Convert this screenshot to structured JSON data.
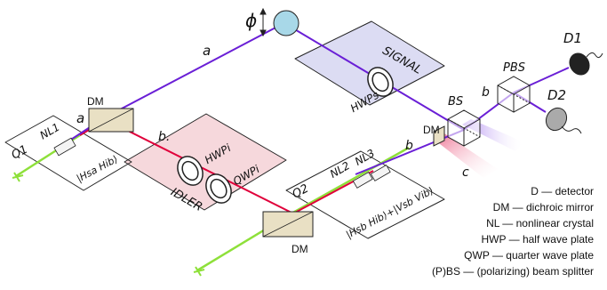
{
  "labels": {
    "phase": "ϕ",
    "path_a_upper": "a",
    "path_a_lower": "a",
    "path_b_left": "b.",
    "path_b_right1": "b",
    "path_b_right2": "b",
    "path_c": "c",
    "dm_top": "DM",
    "dm_right": "DM",
    "dm_bottom": "DM",
    "q1": "Q1",
    "nl1": "NL1",
    "q1_state": "|Hsa Hib⟩",
    "q2": "Q2",
    "nl2": "NL2",
    "nl3": "NL3",
    "q2_state": "|Hsb Hib⟩+|Vsb Vib⟩",
    "idler_box": "IDLER",
    "hwp_i": "HWPi",
    "qwp_i": "QWPi",
    "signal_box": "SIGNAL",
    "hwp_s": "HWPs",
    "bs": "BS",
    "pbs": "PBS",
    "d1": "D1",
    "d2": "D2"
  },
  "legend": [
    "D — detector",
    "DM — dichroic mirror",
    "NL — nonlinear crystal",
    "HWP — half wave plate",
    "QWP — quarter wave plate",
    "(P)BS — (polarizing) beam splitter"
  ],
  "colors": {
    "purple_beam": "#6a1fd6",
    "red_beam": "#e0003a",
    "green_pump": "#8ee03a",
    "idler_box_fill": "#f6d8dc",
    "signal_box_fill": "#dcdcf3",
    "dm_fill": "#e9e0c4",
    "phase_fill": "#a8d8e8"
  }
}
